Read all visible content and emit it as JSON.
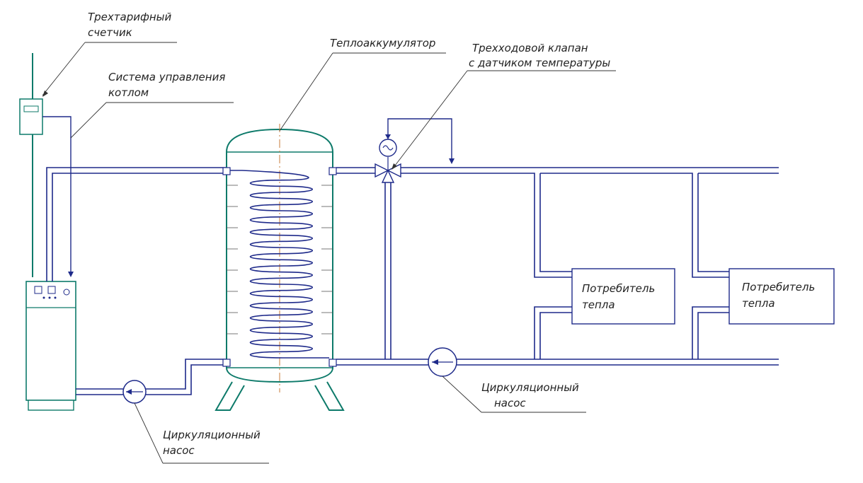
{
  "labels": {
    "meter": [
      "Трехтарифный",
      "счетчик"
    ],
    "control": [
      "Система управления",
      "котлом"
    ],
    "accumulator": "Теплоаккумулятор",
    "valve": [
      "Трехходовой клапан",
      "с датчиком температуры"
    ],
    "consumer1": [
      "Потребитель",
      "тепла"
    ],
    "consumer2": [
      "Потребитель",
      "тепла"
    ],
    "pump1": [
      "Циркуляционный",
      "насос"
    ],
    "pump2": [
      "Циркуляционный",
      "насос"
    ]
  },
  "colors": {
    "pipe": "#1e2a8a",
    "equipment": "#0d7a6a",
    "leader": "#333333",
    "centerline": "#c77b3a"
  }
}
